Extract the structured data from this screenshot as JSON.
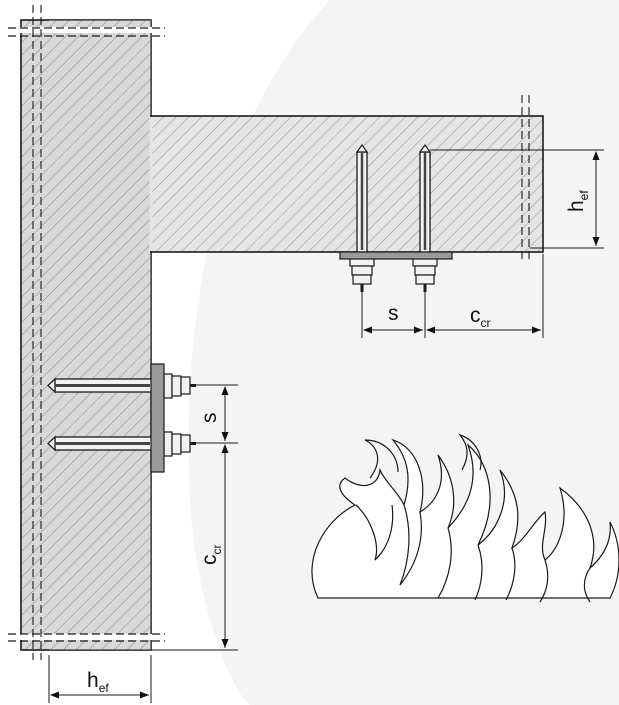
{
  "labels": {
    "edge_distance_top": "c",
    "edge_distance_top_sub": "cr",
    "spacing_top": "s",
    "embedment_top": "h",
    "embedment_top_sub": "ef",
    "spacing_side": "s",
    "edge_distance_side": "c",
    "edge_distance_side_sub": "cr",
    "embedment_bottom": "h",
    "embedment_bottom_sub": "ef"
  },
  "colors": {
    "concrete_fill": "#d6d6d6",
    "hatch": "#6e6e6e",
    "line": "#1a1a1a",
    "background_arc": "#f3f3f3",
    "plate": "#9a9a9a"
  },
  "icons": {
    "flame": "flame-icon",
    "anchor": "anchor-bolt-icon"
  }
}
